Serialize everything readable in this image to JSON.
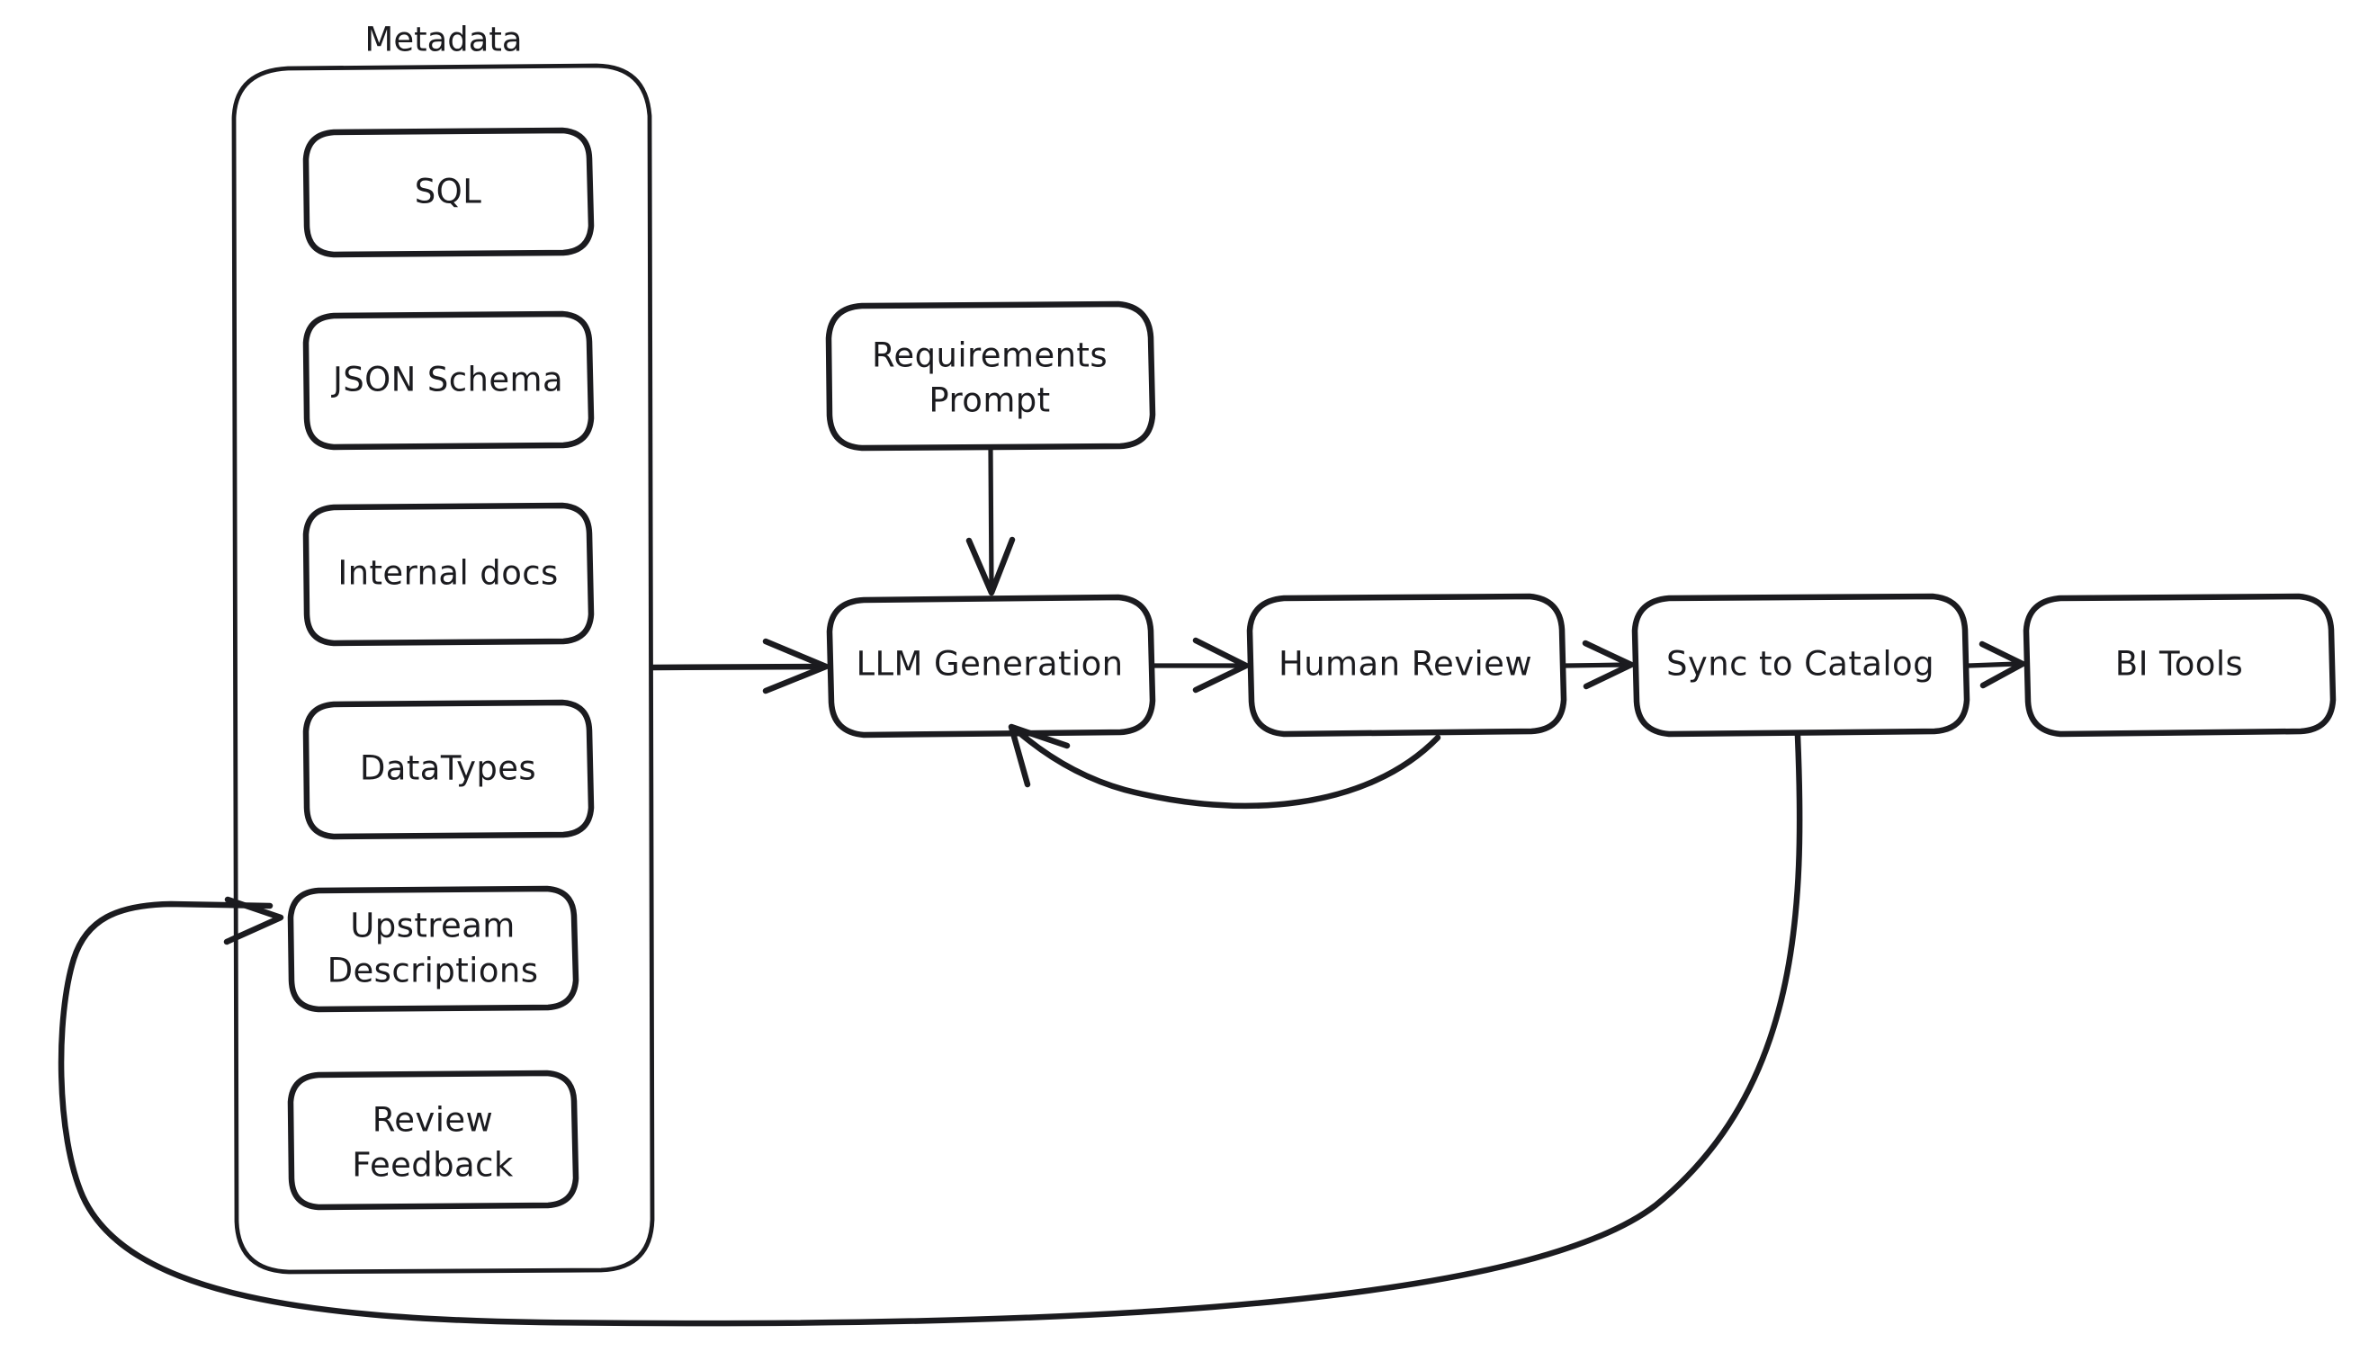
{
  "diagram": {
    "title_visible": false,
    "background_color": "#ffffff",
    "stroke_color": "#1b1b1f",
    "fill_color": "#ffffff",
    "style": "hand-drawn"
  },
  "group": {
    "label": "Metadata",
    "items": [
      {
        "id": "sql",
        "label": "SQL",
        "lines": [
          "SQL"
        ]
      },
      {
        "id": "json-schema",
        "label": "JSON Schema",
        "lines": [
          "JSON Schema"
        ]
      },
      {
        "id": "internal-docs",
        "label": "Internal docs",
        "lines": [
          "Internal docs"
        ]
      },
      {
        "id": "datatypes",
        "label": "DataTypes",
        "lines": [
          "DataTypes"
        ]
      },
      {
        "id": "upstream-descriptions",
        "label": "Upstream Descriptions",
        "lines": [
          "Upstream",
          "Descriptions"
        ]
      },
      {
        "id": "review-feedback",
        "label": "Review Feedback",
        "lines": [
          "Review",
          "Feedback"
        ]
      }
    ]
  },
  "nodes": [
    {
      "id": "requirements-prompt",
      "label": "Requirements Prompt",
      "lines": [
        "Requirements",
        "Prompt"
      ]
    },
    {
      "id": "llm-generation",
      "label": "LLM Generation",
      "lines": [
        "LLM Generation"
      ]
    },
    {
      "id": "human-review",
      "label": "Human Review",
      "lines": [
        "Human Review"
      ]
    },
    {
      "id": "sync-to-catalog",
      "label": "Sync to Catalog",
      "lines": [
        "Sync to Catalog"
      ]
    },
    {
      "id": "bi-tools",
      "label": "BI Tools",
      "lines": [
        "BI Tools"
      ]
    }
  ],
  "edges": [
    {
      "id": "edge-metadata-to-llm",
      "from": "Metadata",
      "to": "LLM Generation",
      "arrow": true
    },
    {
      "id": "edge-prompt-to-llm",
      "from": "Requirements Prompt",
      "to": "LLM Generation",
      "arrow": true
    },
    {
      "id": "edge-llm-to-review",
      "from": "LLM Generation",
      "to": "Human Review",
      "arrow": true
    },
    {
      "id": "edge-review-to-sync",
      "from": "Human Review",
      "to": "Sync to Catalog",
      "arrow": true
    },
    {
      "id": "edge-sync-to-bi",
      "from": "Sync to Catalog",
      "to": "BI Tools",
      "arrow": true
    },
    {
      "id": "edge-review-back-to-llm",
      "from": "Human Review",
      "to": "LLM Generation",
      "arrow": true
    },
    {
      "id": "edge-sync-to-upstream",
      "from": "Sync to Catalog",
      "to": "Upstream Descriptions",
      "arrow": true
    }
  ]
}
